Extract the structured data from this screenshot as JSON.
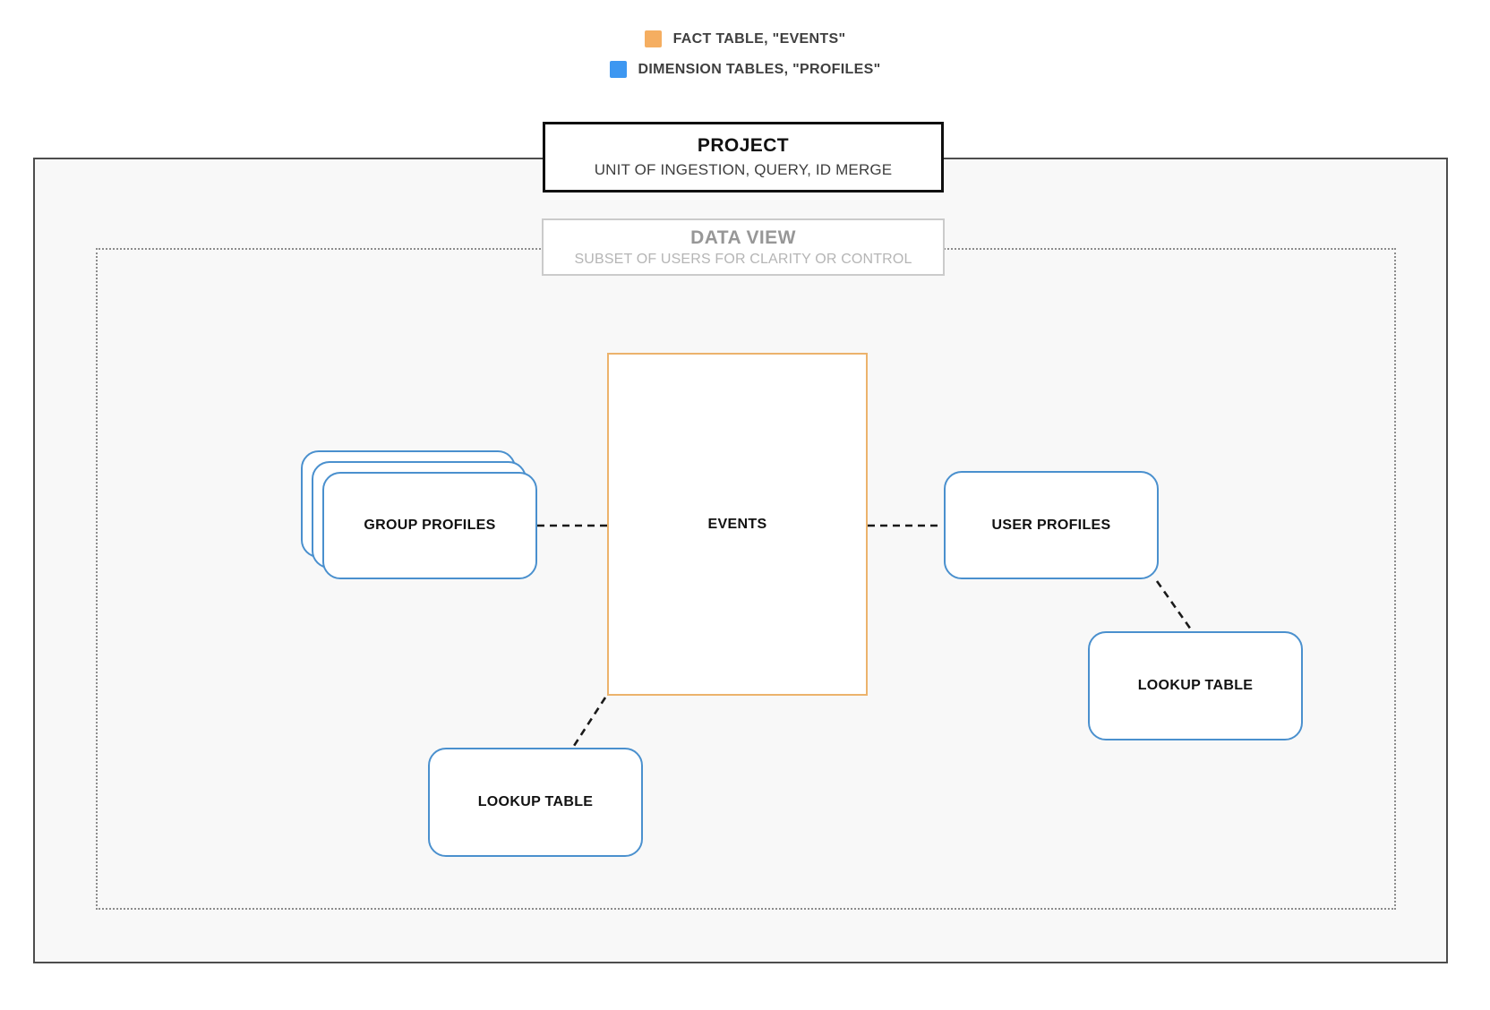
{
  "legend": {
    "items": [
      {
        "id": "fact-table",
        "label": "FACT TABLE, \"EVENTS\"",
        "color": "#F5AE61"
      },
      {
        "id": "dimension-tables",
        "label": "DIMENSION TABLES, \"PROFILES\"",
        "color": "#3D97F1"
      }
    ]
  },
  "project": {
    "title": "PROJECT",
    "subtitle": "UNIT OF INGESTION, QUERY, ID MERGE"
  },
  "data_view": {
    "title": "DATA VIEW",
    "subtitle": "SUBSET OF USERS FOR CLARITY OR CONTROL"
  },
  "nodes": {
    "events": {
      "label": "EVENTS",
      "type": "fact",
      "border_color": "#ECB36C"
    },
    "group_profiles": {
      "label": "GROUP PROFILES",
      "type": "dimension",
      "stacked": true,
      "border_color": "#4A90CE"
    },
    "user_profiles": {
      "label": "USER PROFILES",
      "type": "dimension",
      "border_color": "#4A90CE"
    },
    "lookup_table_bottom": {
      "label": "LOOKUP TABLE",
      "type": "dimension",
      "border_color": "#4A90CE"
    },
    "lookup_table_right": {
      "label": "LOOKUP TABLE",
      "type": "dimension",
      "border_color": "#4A90CE"
    }
  },
  "edges": [
    {
      "from": "group_profiles",
      "to": "events",
      "style": "dashed"
    },
    {
      "from": "events",
      "to": "user_profiles",
      "style": "dashed"
    },
    {
      "from": "user_profiles",
      "to": "lookup_table_right",
      "style": "dashed"
    },
    {
      "from": "events",
      "to": "lookup_table_bottom",
      "style": "dashed"
    }
  ],
  "colors": {
    "fact_swatch": "#F5AE61",
    "dimension_swatch": "#3D97F1",
    "fact_border": "#ECB36C",
    "dimension_border": "#4A90CE",
    "project_border": "#0F0F0F",
    "outer_boundary_border": "#4D4D4D",
    "dotted_boundary_border": "#8C8C8C",
    "canvas_fill": "#F8F8F8",
    "edge_color": "#1A1A1A"
  }
}
